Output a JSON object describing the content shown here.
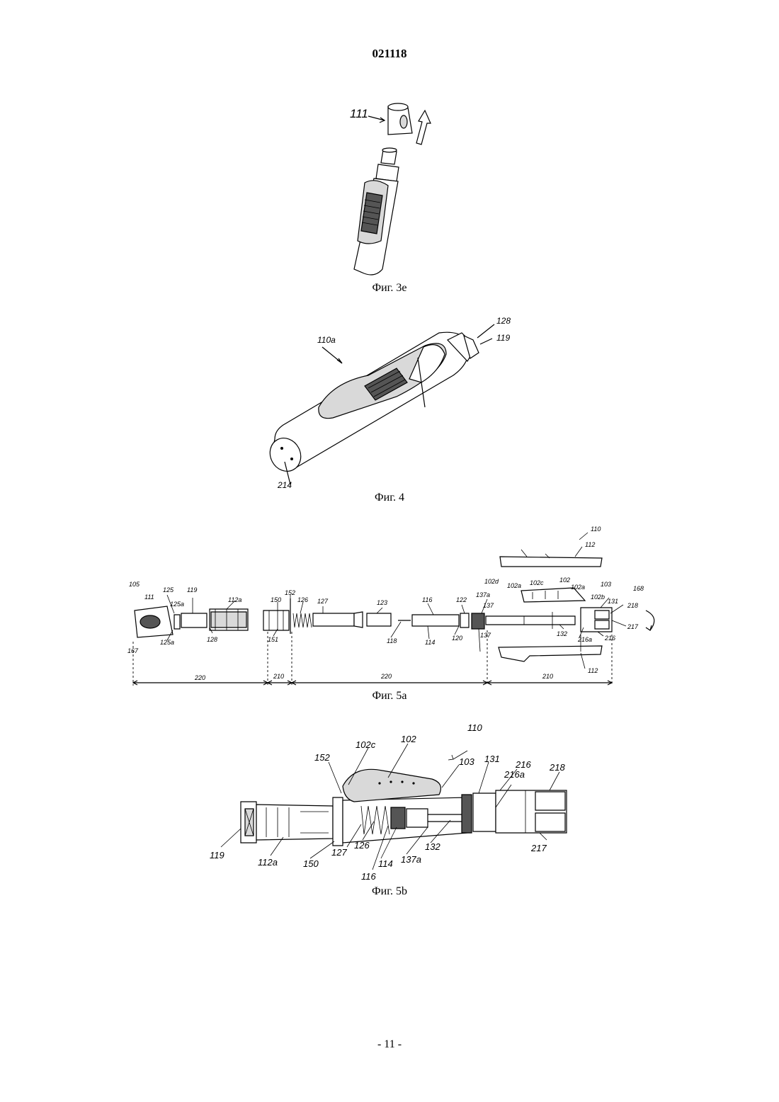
{
  "document": {
    "number": "021118",
    "page_footer": "- 11 -"
  },
  "figures": [
    {
      "caption": "Фиг. 3e",
      "labels": [
        "111"
      ]
    },
    {
      "caption": "Фиг. 4",
      "labels": [
        "110a",
        "128",
        "119",
        "214"
      ]
    },
    {
      "caption": "Фиг. 5a",
      "labels": [
        "105",
        "111",
        "125",
        "125a",
        "125a",
        "119",
        "112a",
        "128",
        "167",
        "150",
        "152",
        "151",
        "126",
        "127",
        "123",
        "116",
        "118",
        "114",
        "122",
        "120",
        "137a",
        "137",
        "137",
        "102d",
        "102a",
        "102c",
        "102",
        "102a",
        "103",
        "102b",
        "131",
        "218",
        "168",
        "132",
        "216a",
        "216",
        "217",
        "110",
        "112",
        "112"
      ],
      "dimensions": [
        "220",
        "210",
        "220",
        "210"
      ]
    },
    {
      "caption": "Фиг. 5b",
      "labels": [
        "110",
        "102",
        "102c",
        "152",
        "103",
        "131",
        "216",
        "216a",
        "218",
        "119",
        "112a",
        "150",
        "127",
        "126",
        "116",
        "114",
        "137a",
        "132",
        "217"
      ]
    }
  ]
}
